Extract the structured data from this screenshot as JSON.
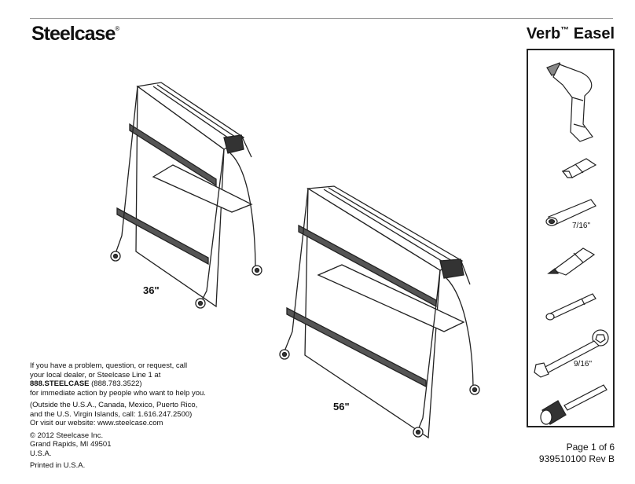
{
  "header": {
    "brand": "Steelcase",
    "brand_mark": "®",
    "title": "Verb",
    "title_mark": "™",
    "title_suffix": " Easel"
  },
  "easels": [
    {
      "size_label": "36\""
    },
    {
      "size_label": "56\""
    }
  ],
  "tools": {
    "items": [
      "drill",
      "hex-bit",
      "socket-bit",
      "phillips-bit",
      "extension",
      "wrench",
      "mallet"
    ],
    "socket_label": "7/16\"",
    "wrench_label": "9/16\""
  },
  "help": {
    "line1": "If you have a problem, question, or request, call",
    "line2": "your local dealer, or Steelcase Line 1 at",
    "phone_bold": "888.STEELCASE",
    "phone_num": " (888.783.3522)",
    "line4": "for immediate action by people who want to help you.",
    "intl1": "(Outside the U.S.A., Canada, Mexico, Puerto Rico,",
    "intl2": "and the U.S. Virgin Islands, call: 1.616.247.2500)",
    "web": "Or visit our website: www.steelcase.com",
    "copyright": "© 2012 Steelcase Inc.",
    "city": "Grand Rapids, MI 49501",
    "country": "U.S.A.",
    "printed": "Printed in U.S.A."
  },
  "footer": {
    "page": "Page 1 of 6",
    "doc_number": "939510100 Rev B"
  }
}
